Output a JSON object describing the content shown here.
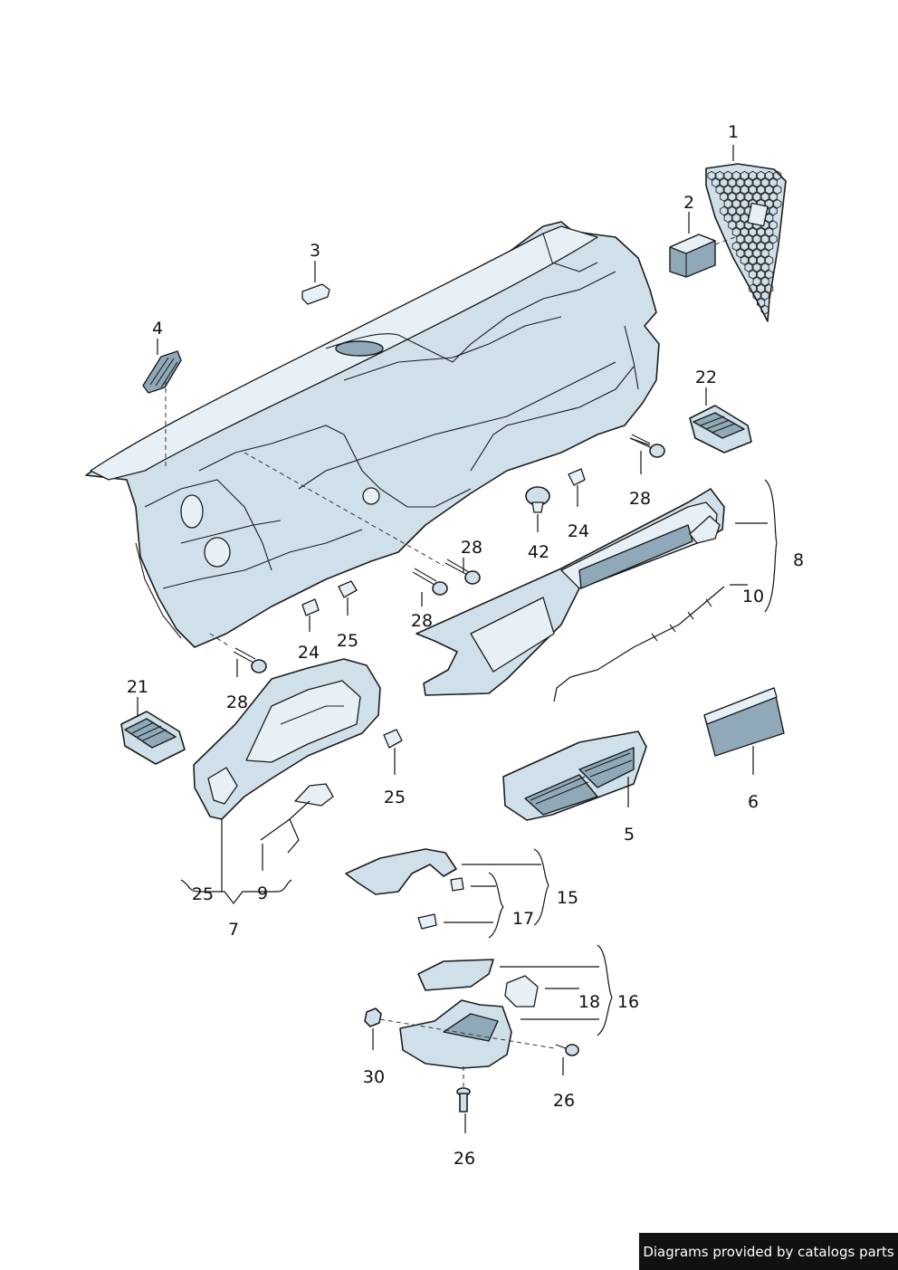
{
  "labels": {
    "p1": "1",
    "p2": "2",
    "p3": "3",
    "p4": "4",
    "p5": "5",
    "p6": "6",
    "p7": "7",
    "p8": "8",
    "p9": "9",
    "p10": "10",
    "p15": "15",
    "p16": "16",
    "p17": "17",
    "p18": "18",
    "p21": "21",
    "p22": "22",
    "p24a": "24",
    "p24b": "24",
    "p25a": "25",
    "p25b": "25",
    "p25c": "25",
    "p26a": "26",
    "p26b": "26",
    "p28a": "28",
    "p28b": "28",
    "p28c": "28",
    "p28d": "28",
    "p30": "30",
    "p42": "42"
  },
  "footer": {
    "text": "Diagrams provided by catalogs parts"
  },
  "colors": {
    "part_fill": "#cfe0ea",
    "part_dark": "#8fa9b8",
    "ink": "#1c1c1c",
    "footer_bg": "#111111"
  }
}
